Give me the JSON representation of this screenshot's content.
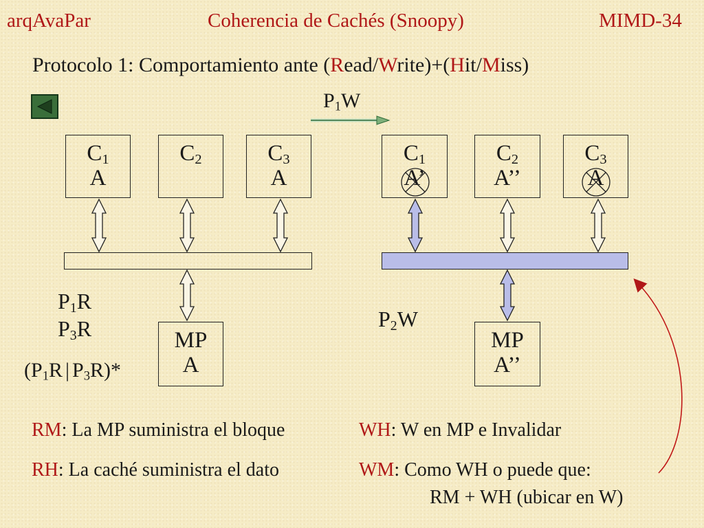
{
  "header": {
    "left": "arqAvaPar",
    "center": "Coherencia de Cachés (Snoopy)",
    "right": "MIMD-34"
  },
  "subtitle": {
    "p1": "Protocolo 1: Comportamiento ante (",
    "R": "R",
    "ead": "ead/",
    "W": "W",
    "rite": "rite)+(",
    "H": "H",
    "it": "it/",
    "M": "M",
    "iss": "iss)"
  },
  "transition": {
    "main": "P",
    "sub": "1",
    "tail": "W"
  },
  "left_diagram": {
    "caches": [
      {
        "name": "C",
        "sub": "1",
        "value": "A"
      },
      {
        "name": "C",
        "sub": "2",
        "value": ""
      },
      {
        "name": "C",
        "sub": "3",
        "value": "A"
      }
    ],
    "mp": {
      "name": "MP",
      "value": "A"
    },
    "ops": [
      {
        "main": "P",
        "sub": "1",
        "tail": "R"
      },
      {
        "main": "P",
        "sub": "3",
        "tail": "R"
      }
    ],
    "seq": {
      "a": "(P",
      "a_sub": "1",
      "b": "R",
      "sep": "|",
      "c": "P",
      "c_sub": "3",
      "d": "R)*"
    }
  },
  "right_diagram": {
    "caches": [
      {
        "name": "C",
        "sub": "1",
        "value": "A’"
      },
      {
        "name": "C",
        "sub": "2",
        "value": "A’’"
      },
      {
        "name": "C",
        "sub": "3",
        "value": "A"
      }
    ],
    "mp": {
      "name": "MP",
      "value": "A’’"
    },
    "op": {
      "main": "P",
      "sub": "2",
      "tail": "W"
    },
    "bus_color": "#b9bde8"
  },
  "legend": {
    "rm_key": "RM",
    "rm_text": ": La MP suministra el bloque",
    "rh_key": "RH",
    "rh_text": ": La caché suministra el dato",
    "wh_key": "WH",
    "wh_text": ": W en MP e Invalidar",
    "wm_key": "WM",
    "wm_text": ": Como WH o puede que:",
    "wm_line2": "RM + WH (ubicar en W)"
  },
  "colors": {
    "accent_red": "#b01818",
    "background": "#f6ecc6",
    "arrow_green": "#2f6b3a"
  },
  "icons": [
    "back-triangle-icon"
  ]
}
